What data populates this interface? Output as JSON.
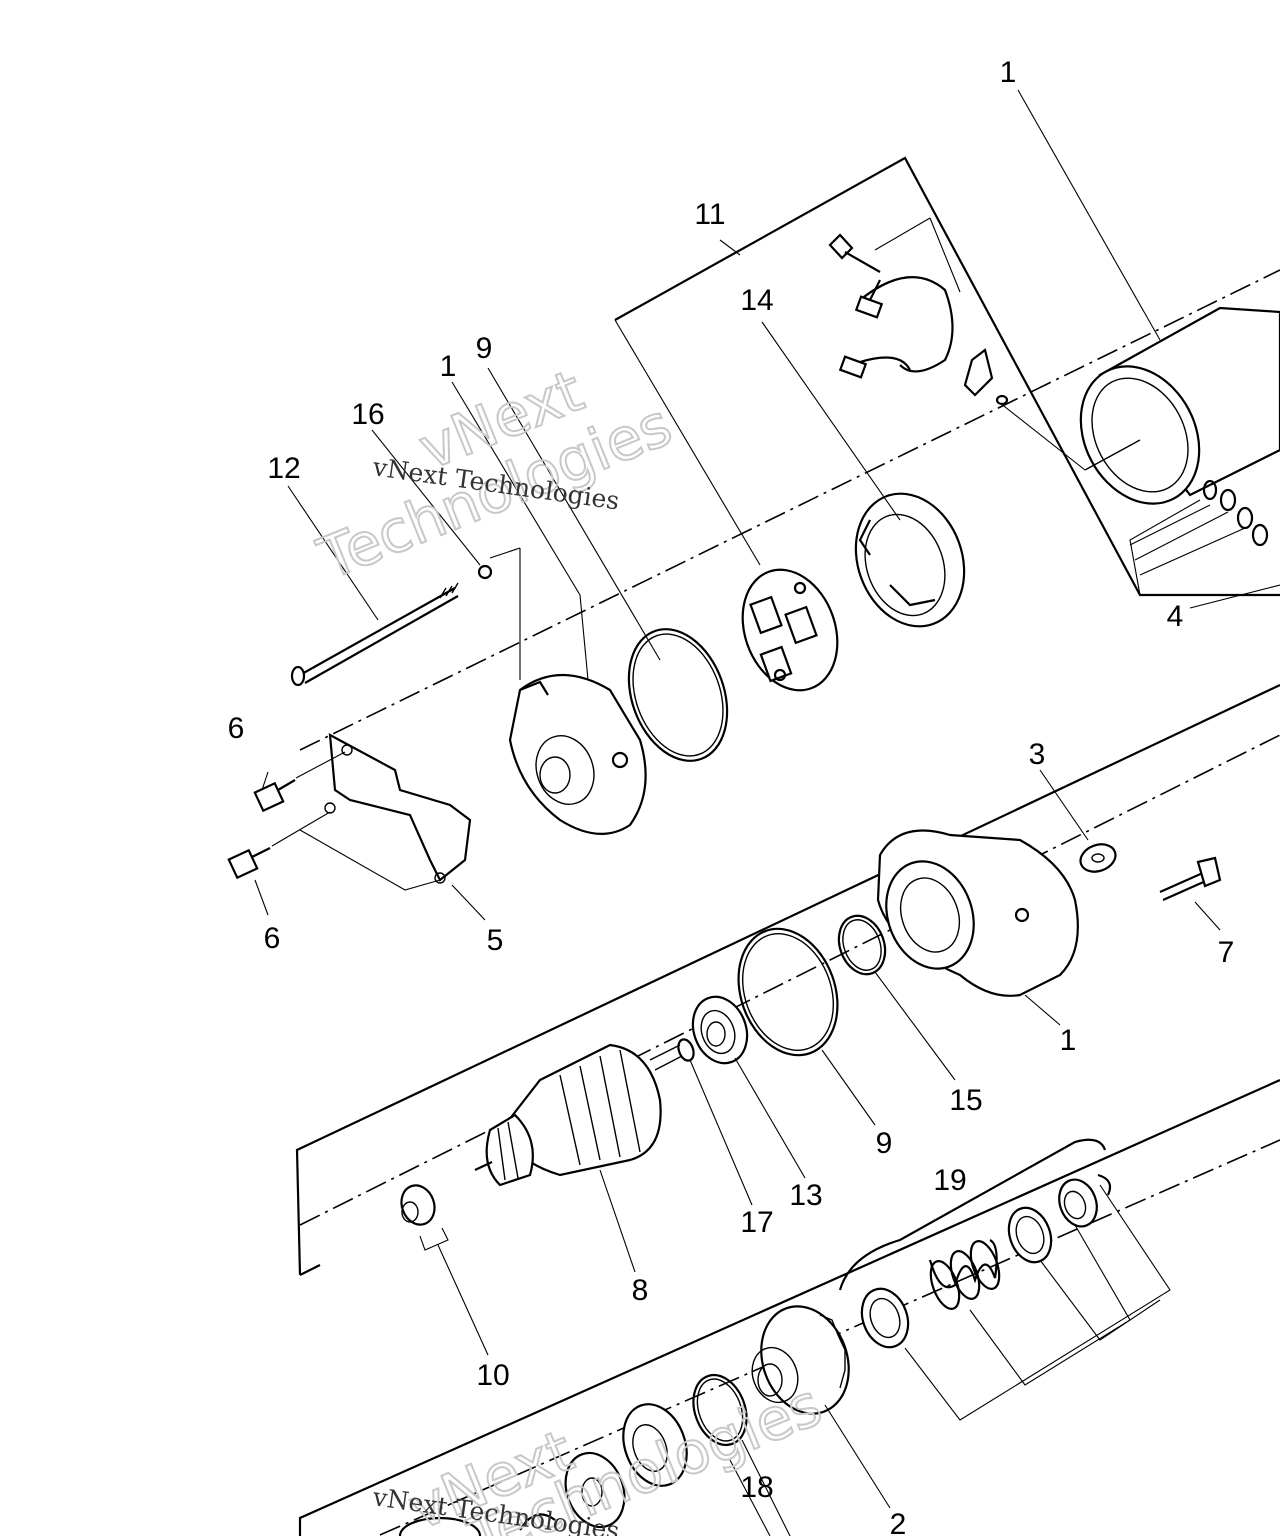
{
  "callouts": [
    {
      "id": "c1a",
      "text": "1"
    },
    {
      "id": "c11",
      "text": "11"
    },
    {
      "id": "c14",
      "text": "14"
    },
    {
      "id": "c9a",
      "text": "9"
    },
    {
      "id": "c1b",
      "text": "1"
    },
    {
      "id": "c16",
      "text": "16"
    },
    {
      "id": "c12",
      "text": "12"
    },
    {
      "id": "c4",
      "text": "4"
    },
    {
      "id": "c6a",
      "text": "6"
    },
    {
      "id": "c6b",
      "text": "6"
    },
    {
      "id": "c5",
      "text": "5"
    },
    {
      "id": "c3",
      "text": "3"
    },
    {
      "id": "c7",
      "text": "7"
    },
    {
      "id": "c1c",
      "text": "1"
    },
    {
      "id": "c15",
      "text": "15"
    },
    {
      "id": "c9b",
      "text": "9"
    },
    {
      "id": "c13",
      "text": "13"
    },
    {
      "id": "c17",
      "text": "17"
    },
    {
      "id": "c8",
      "text": "8"
    },
    {
      "id": "c19",
      "text": "19"
    },
    {
      "id": "c10",
      "text": "10"
    },
    {
      "id": "c18",
      "text": "18"
    },
    {
      "id": "c2",
      "text": "2"
    }
  ],
  "watermarks": [
    {
      "id": "w1",
      "small": "vNext Technologies",
      "big_line1": "vNext",
      "big_line2": "Technologies"
    },
    {
      "id": "w2",
      "small": "vNext Technologies",
      "big_line1": "vNext",
      "big_line2": "Technologies"
    }
  ]
}
